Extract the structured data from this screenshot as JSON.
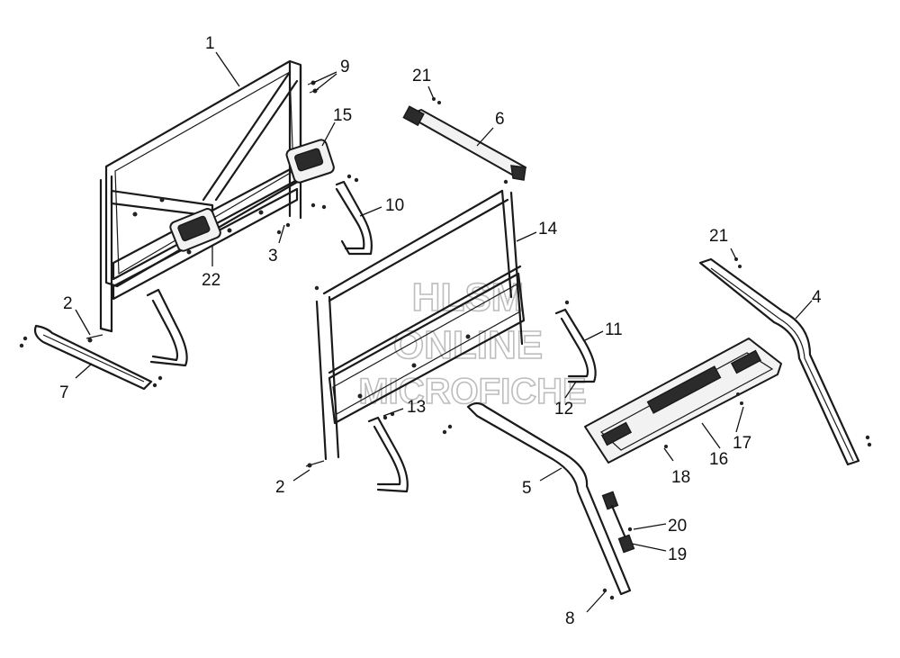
{
  "watermark": {
    "line1": "HLSM",
    "line2": "ONLINE",
    "line3": "MICROFICHE"
  },
  "callouts": {
    "c1": "1",
    "c2a": "2",
    "c2b": "2",
    "c3": "3",
    "c4": "4",
    "c5": "5",
    "c6": "6",
    "c7": "7",
    "c8": "8",
    "c9": "9",
    "c10": "10",
    "c11": "11",
    "c12": "12",
    "c13": "13",
    "c14": "14",
    "c15": "15",
    "c16": "16",
    "c17": "17",
    "c18": "18",
    "c19": "19",
    "c20": "20",
    "c21a": "21",
    "c21b": "21",
    "c22": "22"
  }
}
